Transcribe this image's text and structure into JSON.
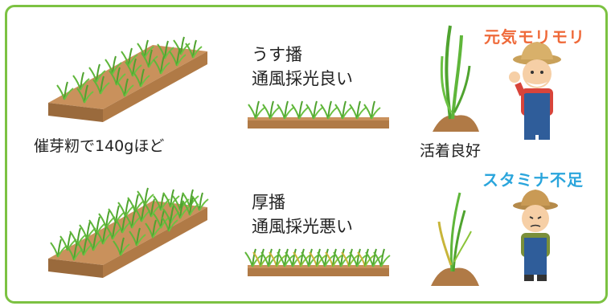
{
  "rows": [
    {
      "bed_caption": "催芽籾で140gほど",
      "sowing_title": "うす播",
      "sowing_desc": "通風採光良い",
      "seedling_caption": "活着良好",
      "badge": "元気モリモリ"
    },
    {
      "sowing_title": "厚播",
      "sowing_desc": "通風採光悪い",
      "badge": "スタミナ不足"
    }
  ],
  "colors": {
    "frame": "#7cc242",
    "soil_top": "#c9915c",
    "soil_side": "#9a6a3c",
    "grass": "#5fb63a",
    "badge_energetic": "#ef6a3a",
    "badge_low_stamina": "#2aa5dc"
  },
  "icons": [
    "seed-bed-icon",
    "seedling-icon",
    "farmer-happy-icon",
    "farmer-tired-icon"
  ]
}
